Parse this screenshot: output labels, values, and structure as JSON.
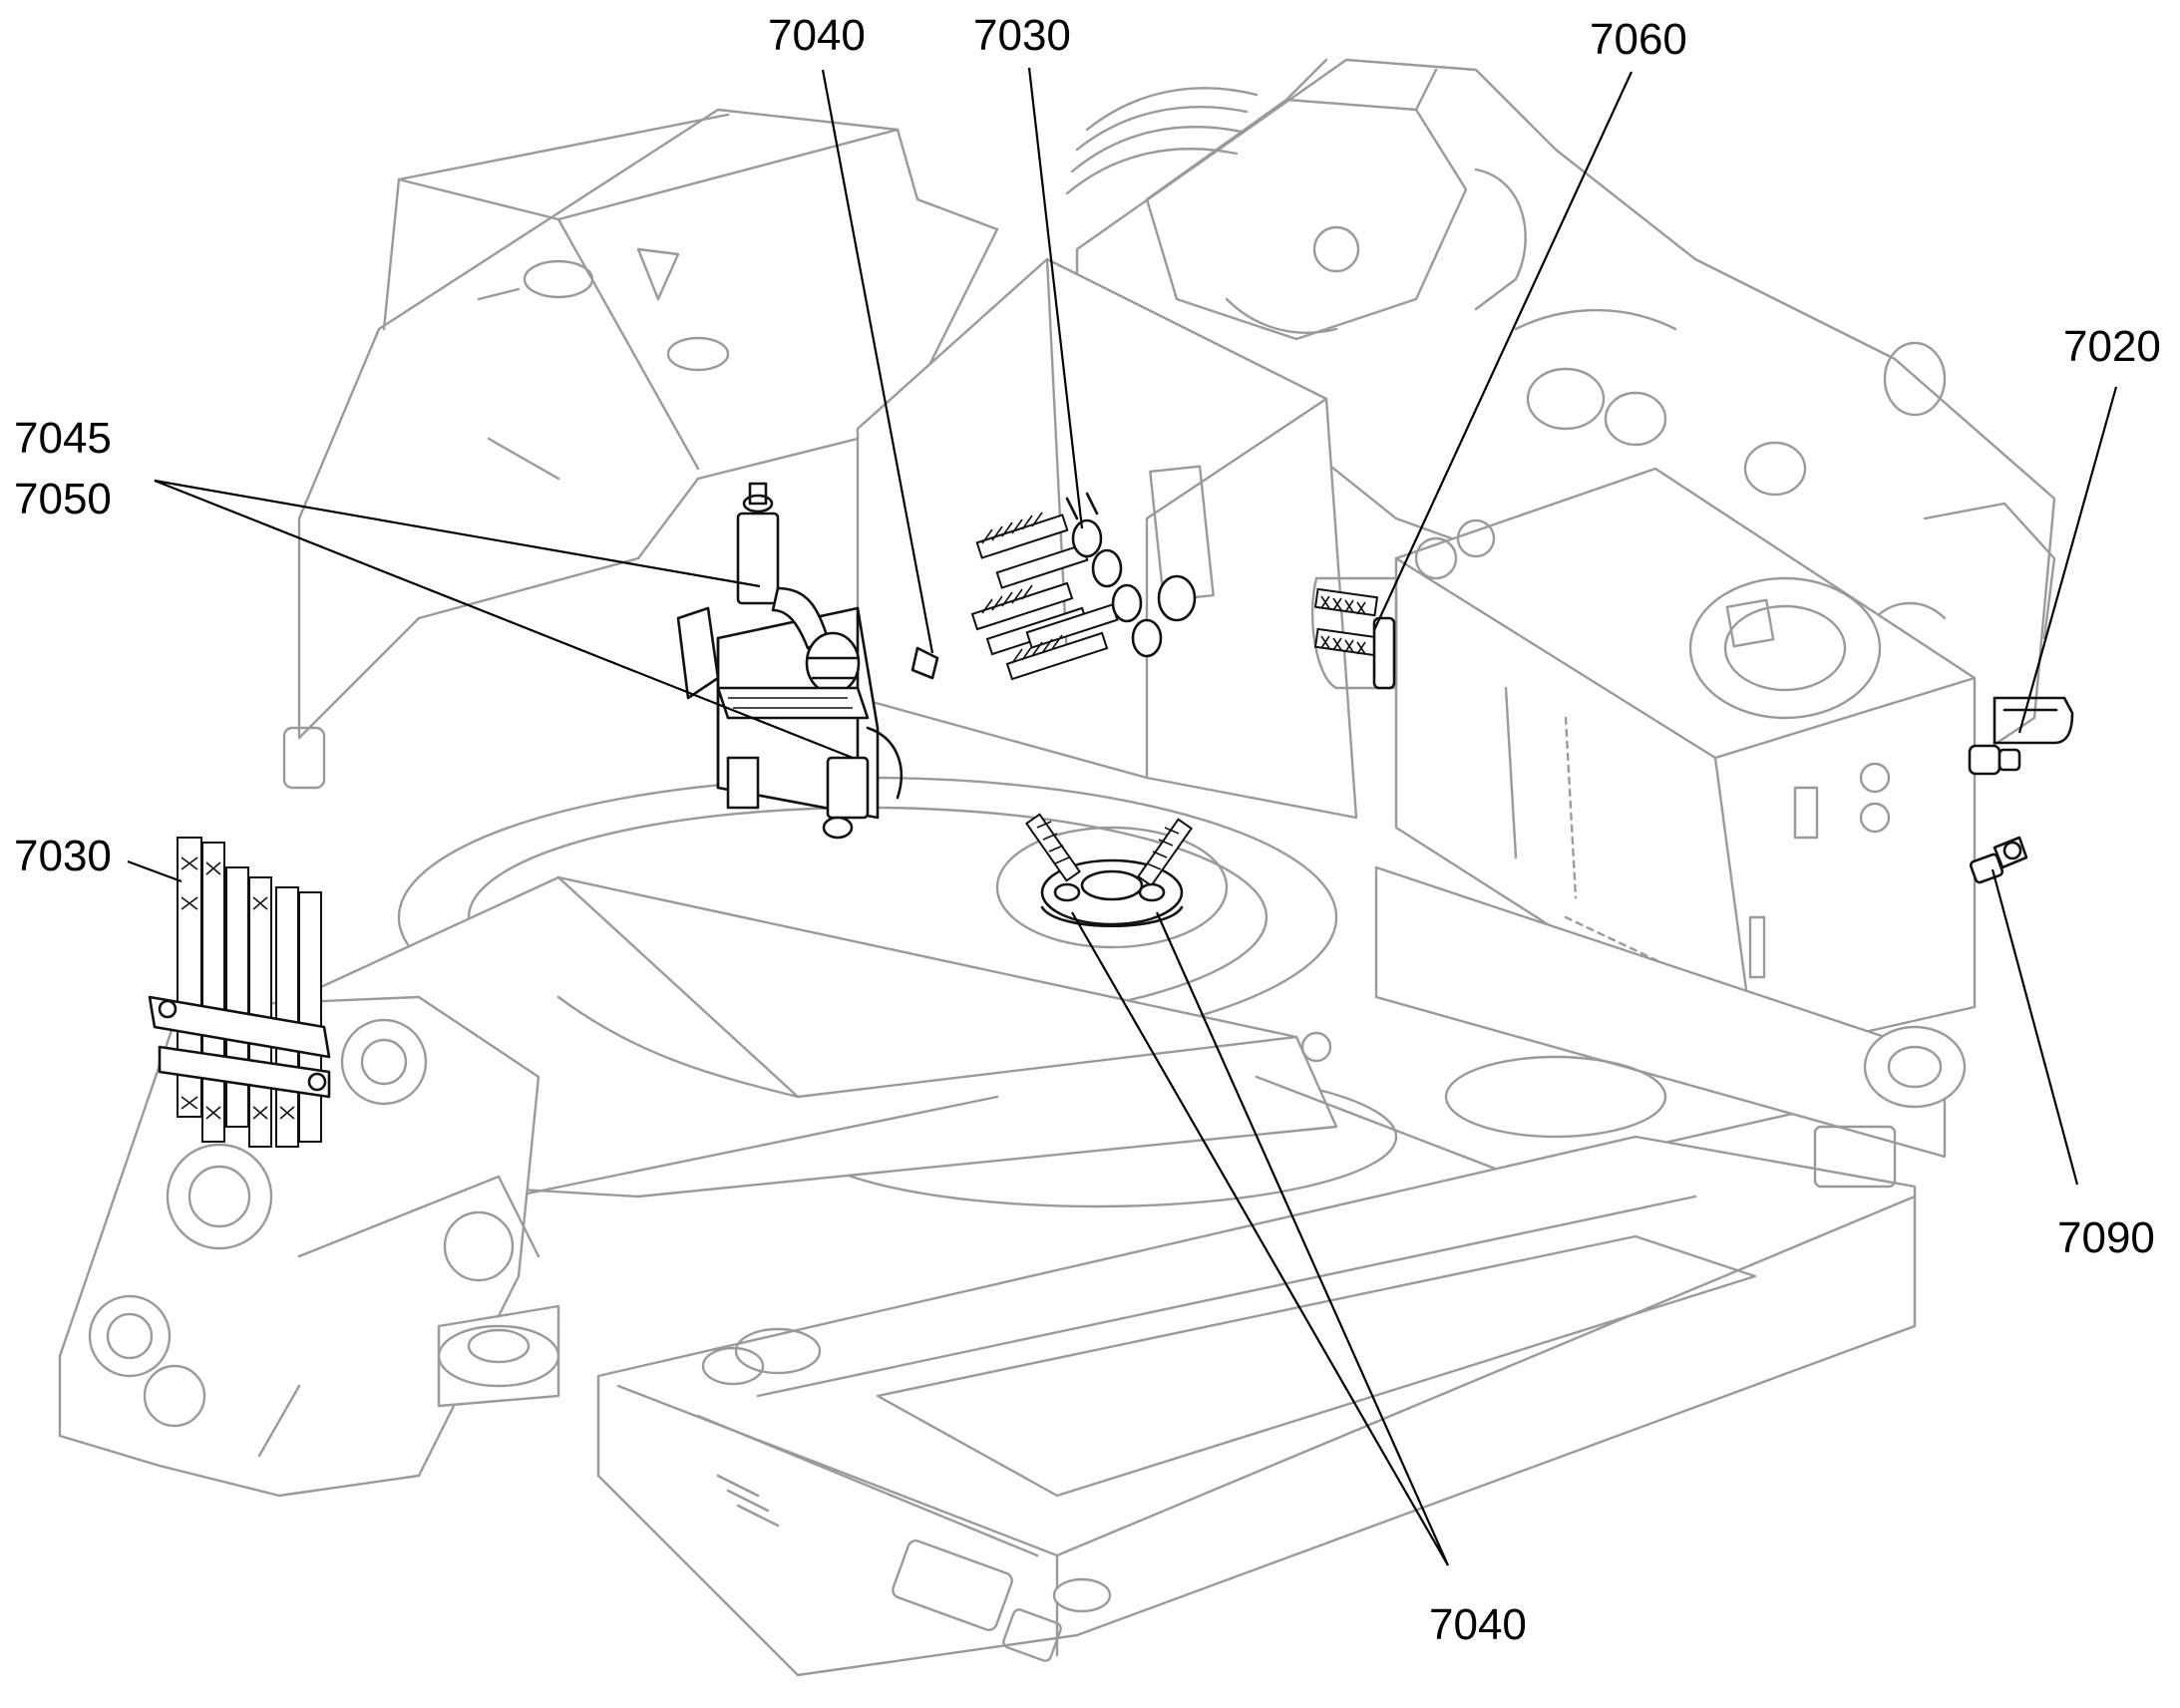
{
  "callouts": [
    {
      "id": "c7040-top",
      "text": "7040"
    },
    {
      "id": "c7030-top",
      "text": "7030"
    },
    {
      "id": "c7060",
      "text": "7060"
    },
    {
      "id": "c7020",
      "text": "7020"
    },
    {
      "id": "c7045",
      "text": "7045"
    },
    {
      "id": "c7050",
      "text": "7050"
    },
    {
      "id": "c7030-left",
      "text": "7030"
    },
    {
      "id": "c7090",
      "text": "7090"
    },
    {
      "id": "c7040-bottom",
      "text": "7040"
    }
  ]
}
